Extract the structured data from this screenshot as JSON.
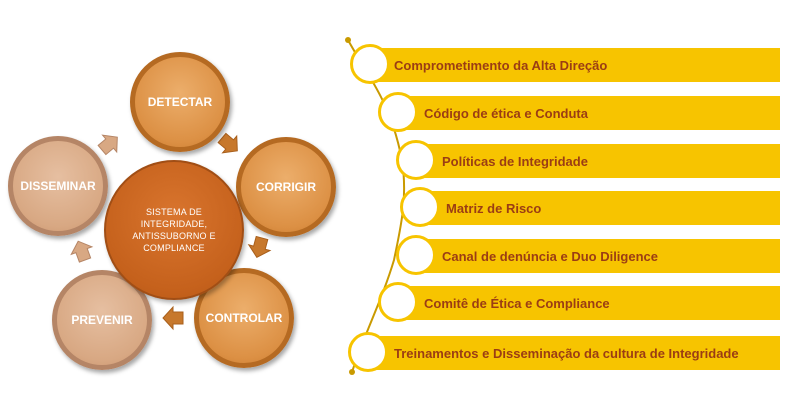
{
  "cycle": {
    "center": "SISTEMA DE INTEGRIDADE, ANTISSUBORNO E COMPLIANCE",
    "nodes": {
      "detectar": "DETECTAR",
      "corrigir": "CORRIGIR",
      "controlar": "CONTROLAR",
      "prevenir": "PREVENIR",
      "disseminar": "DISSEMINAR"
    }
  },
  "list": {
    "items": [
      "Comprometimento da Alta Direção",
      "Código de ética e Conduta",
      "Políticas de Integridade",
      "Matriz de Risco",
      "Canal de denúncia e Duo Diligence",
      "Comitê de Ética e Compliance",
      "Treinamentos e Disseminação da cultura de Integridade"
    ]
  },
  "colors": {
    "outer_node": "#dc9044",
    "pale_node": "#d8a883",
    "center_node": "#c5611c",
    "bar": "#f7c400",
    "bar_text": "#9b3d14"
  }
}
